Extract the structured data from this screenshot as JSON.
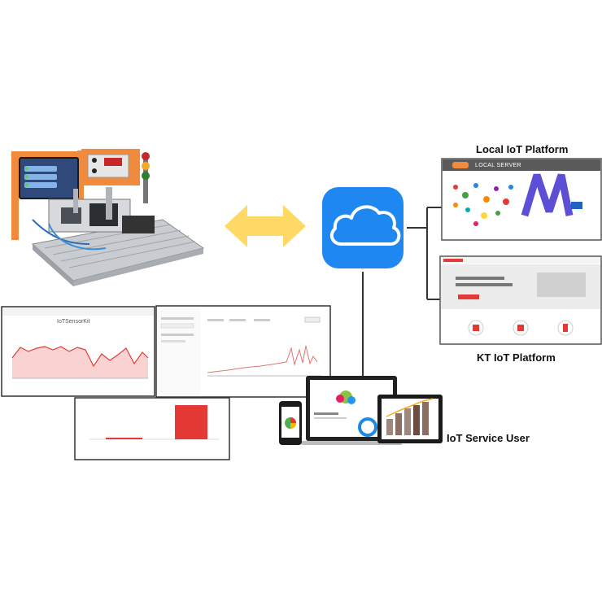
{
  "labels": {
    "local_platform": "Local IoT Platform",
    "kt_platform": "KT IoT Platform",
    "service_user": "IoT Service User",
    "local_server": "LOCAL SERVER",
    "dashboard_chart_title": "IoTSensorKit"
  },
  "colors": {
    "arrow": "#ffd966",
    "cloud_bg": "#1e88f0",
    "connector": "#333333",
    "chart_line": "#e53935",
    "chart_fill": "#f9d2d2",
    "bar": "#e53935",
    "machine_orange": "#f08a3c"
  },
  "icons": {
    "cloud": "cloud-icon",
    "exchange": "double-arrow-icon"
  }
}
